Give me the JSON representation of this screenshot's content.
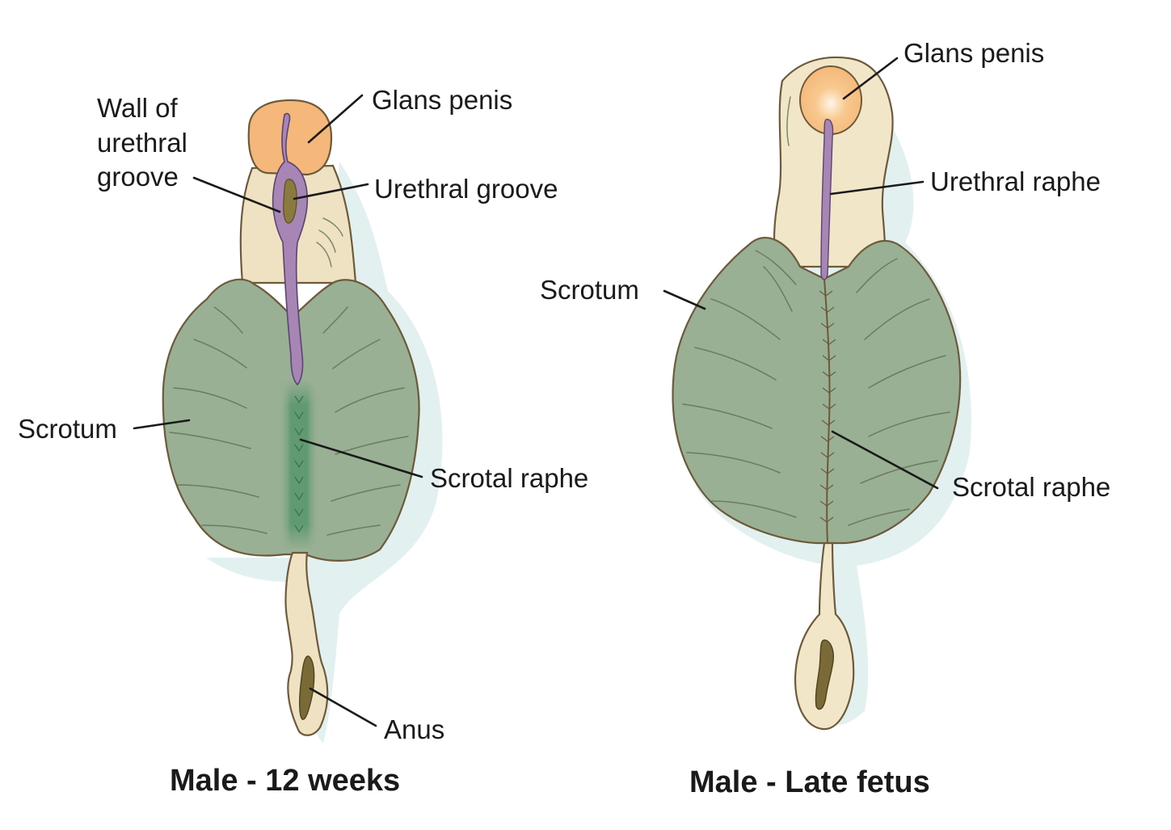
{
  "colors": {
    "skin": "#f2e6c8",
    "skin_dark": "#d8c9a5",
    "glans": "#f5b87a",
    "scrotum": "#99b094",
    "raphe": "#5f9a72",
    "groove": "#a786b6",
    "anus": "#7a6a38"
  },
  "figures": [
    {
      "caption": "Male - 12 weeks",
      "labels": {
        "wall_of_urethral_groove": [
          "Wall of",
          "urethral",
          "groove"
        ],
        "glans_penis": "Glans penis",
        "urethral_groove": "Urethral groove",
        "scrotum": "Scrotum",
        "scrotal_raphe": "Scrotal raphe",
        "anus": "Anus"
      }
    },
    {
      "caption": "Male - Late fetus",
      "labels": {
        "glans_penis": "Glans penis",
        "urethral_raphe": "Urethral raphe",
        "scrotum": "Scrotum",
        "scrotal_raphe": "Scrotal raphe"
      }
    }
  ]
}
